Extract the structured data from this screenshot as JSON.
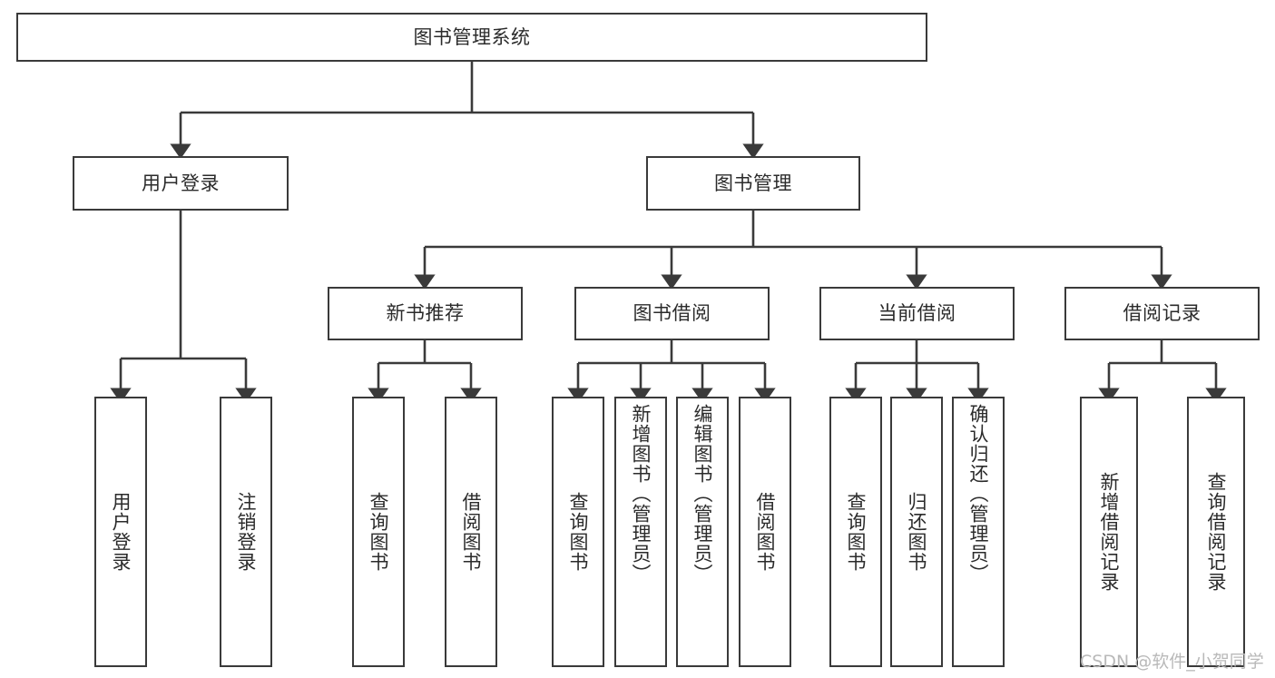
{
  "diagram": {
    "type": "tree",
    "title": "图书管理系统",
    "background_color": "#ffffff",
    "stroke_color": "#3a3a3a",
    "text_color": "#2b2b2b",
    "watermark": "CSDN @软件_小贺同学"
  },
  "root": {
    "label": "图书管理系统"
  },
  "level2": {
    "user_login": {
      "label": "用户登录"
    },
    "book_manage": {
      "label": "图书管理"
    }
  },
  "level3": {
    "new_book_recommend": {
      "label": "新书推荐"
    },
    "book_borrow": {
      "label": "图书借阅"
    },
    "current_borrow": {
      "label": "当前借阅"
    },
    "borrow_record": {
      "label": "借阅记录"
    }
  },
  "leaves": {
    "user_login": [
      {
        "label": "用户登录"
      },
      {
        "label": "注销登录"
      }
    ],
    "new_book_recommend": [
      {
        "label": "查询图书"
      },
      {
        "label": "借阅图书"
      }
    ],
    "book_borrow": [
      {
        "label": "查询图书"
      },
      {
        "label": "新增图书（管理员）"
      },
      {
        "label": "编辑图书（管理员）"
      },
      {
        "label": "借阅图书"
      }
    ],
    "current_borrow": [
      {
        "label": "查询图书"
      },
      {
        "label": "归还图书"
      },
      {
        "label": "确认归还（管理员）"
      }
    ],
    "borrow_record": [
      {
        "label": "新增借阅记录"
      },
      {
        "label": "查询借阅记录"
      }
    ]
  }
}
